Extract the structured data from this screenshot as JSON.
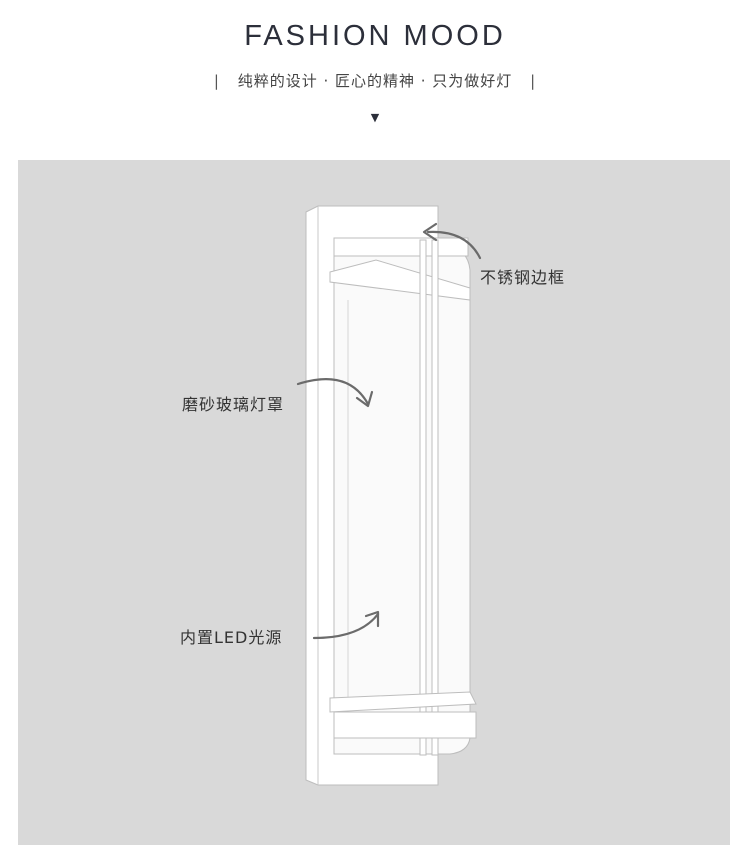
{
  "header": {
    "title": "FASHION MOOD",
    "bar_left": "|",
    "tagline": "纯粹的设计 · 匠心的精神 · 只为做好灯",
    "bar_right": "|",
    "arrow_glyph": "▼"
  },
  "callouts": {
    "frame": "不锈钢边框",
    "shade": "磨砂玻璃灯罩",
    "light": "内置LED光源"
  },
  "colors": {
    "panel_bg": "#d9d9d9",
    "title": "#2c2f3a",
    "arrow": "#6b6b6b"
  }
}
